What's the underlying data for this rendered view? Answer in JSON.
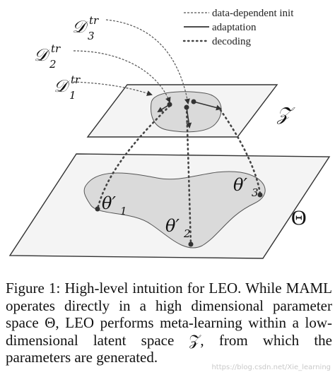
{
  "figure": {
    "legend": [
      {
        "label": "data-dependent init",
        "style": "dashed"
      },
      {
        "label": "adaptation",
        "style": "solid"
      },
      {
        "label": "decoding",
        "style": "dotted"
      }
    ],
    "data_labels": [
      {
        "base": "𝒟",
        "sub": "3",
        "sup": "tr"
      },
      {
        "base": "𝒟",
        "sub": "2",
        "sup": "tr"
      },
      {
        "base": "𝒟",
        "sub": "1",
        "sup": "tr"
      }
    ],
    "latent_space_label": "𝒵",
    "parameter_space_label": "Θ",
    "theta_labels": [
      {
        "base": "θ′",
        "sub": "1"
      },
      {
        "base": "θ′",
        "sub": "2"
      },
      {
        "base": "θ′",
        "sub": "3"
      }
    ],
    "colors": {
      "plane": "#f4f4f4",
      "blob": "#dadada",
      "stroke": "#333333"
    }
  },
  "caption": {
    "prefix": "Figure 1:",
    "text": "High-level intuition for LEO. While MAML operates directly in a high dimensional parameter space Θ, LEO performs meta-learning within a low-dimensional latent space 𝒵, from which the parameters are generated."
  },
  "watermark": "https://blog.csdn.net/Xie_learning"
}
